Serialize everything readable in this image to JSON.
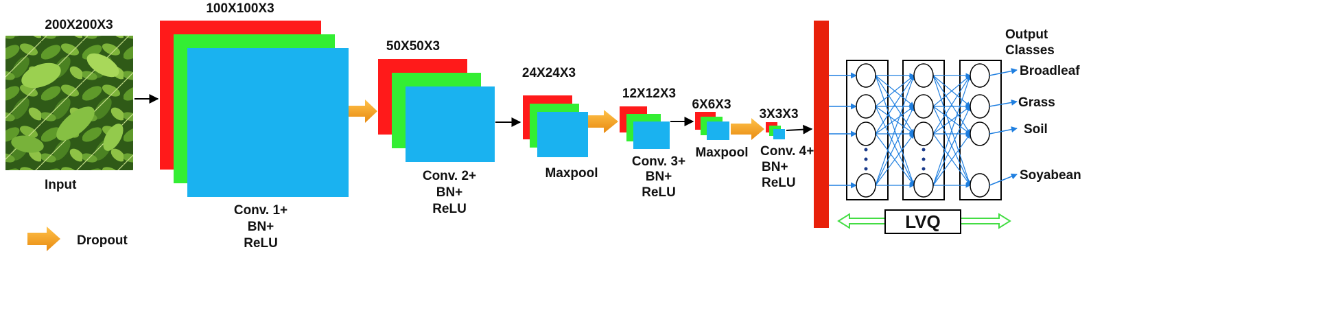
{
  "colors": {
    "map_red": "#ff1a1a",
    "map_green": "#33ee33",
    "map_blue": "#1ab2f0",
    "dropout": "#f5a623",
    "fc_bar": "#e8200a",
    "lvq_link": "#1f7fe0",
    "lvq_bracket": "#44dd44"
  },
  "input": {
    "dims": "200X200X3",
    "label": "Input",
    "image_icon": "leaf-photo-icon"
  },
  "layers": [
    {
      "dims": "100X100X3",
      "label_lines": [
        "Conv. 1+",
        "BN+",
        "ReLU"
      ]
    },
    {
      "dims": "50X50X3",
      "label_lines": [
        "Conv. 2+",
        "BN+",
        "ReLU"
      ]
    },
    {
      "dims": "24X24X3",
      "label_lines": [
        "Maxpool"
      ]
    },
    {
      "dims": "12X12X3",
      "label_lines": [
        "Conv. 3+",
        "BN+",
        "ReLU"
      ]
    },
    {
      "dims": "6X6X3",
      "label_lines": [
        "Maxpool"
      ]
    },
    {
      "dims": "3X3X3",
      "label_lines": [
        "Conv. 4+",
        "BN+",
        "ReLU"
      ]
    }
  ],
  "lvq": {
    "label": "LVQ",
    "output_title_lines": [
      "Output",
      "Classes"
    ],
    "classes": [
      "Broadleaf",
      "Grass",
      "Soil",
      "Soyabean"
    ]
  },
  "legend": {
    "dropout_label": "Dropout"
  }
}
